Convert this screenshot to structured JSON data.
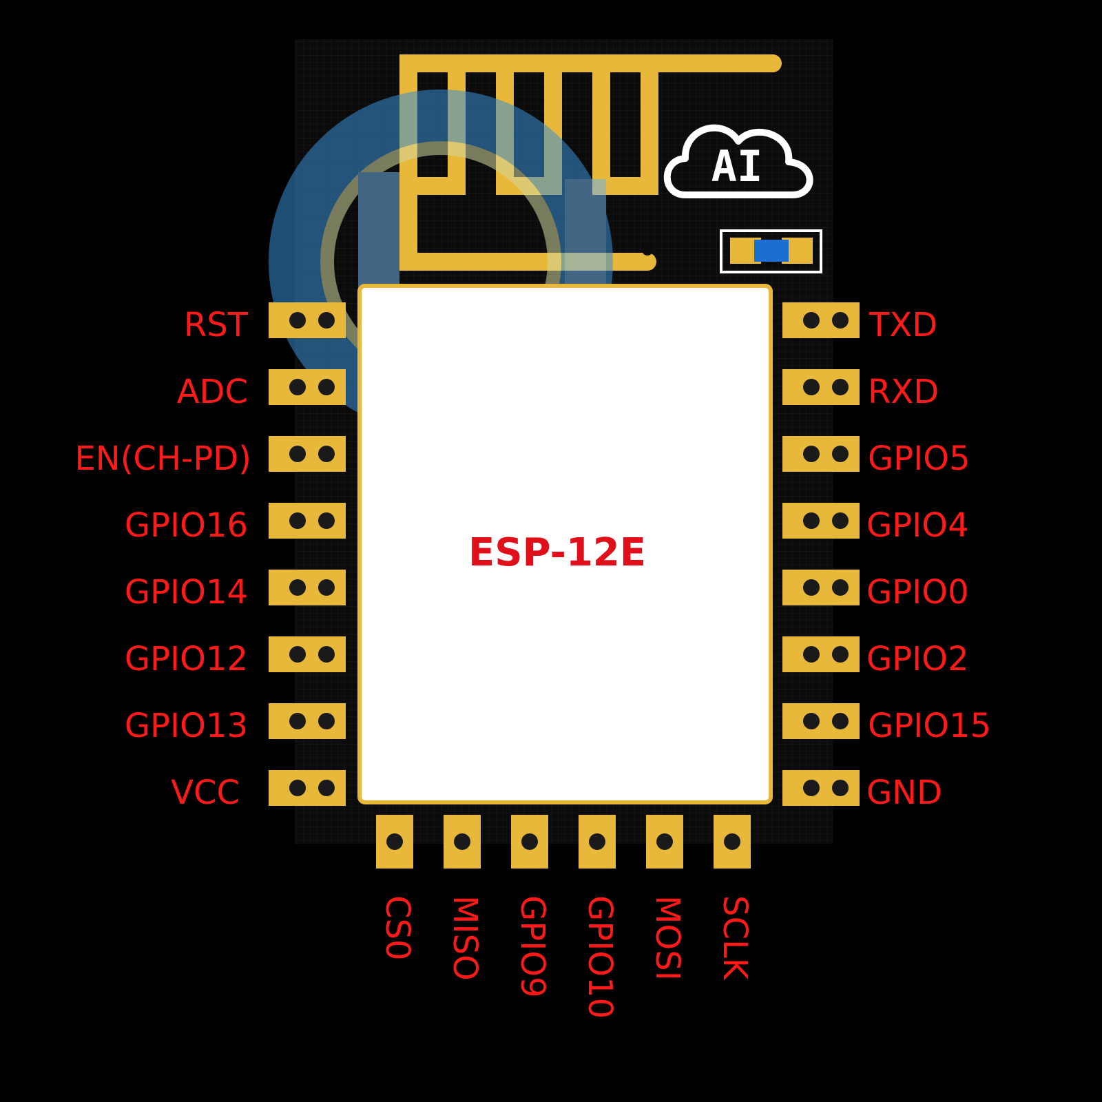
{
  "module": {
    "name": "ESP-12E",
    "logo_text": "AI"
  },
  "pins": {
    "left": [
      "RST",
      "ADC",
      "EN(CH-PD)",
      "GPIO16",
      "GPIO14",
      "GPIO12",
      "GPIO13",
      "VCC"
    ],
    "right": [
      "TXD",
      "RXD",
      "GPIO5",
      "GPIO4",
      "GPIO0",
      "GPIO2",
      "GPIO15",
      "GND"
    ],
    "bottom": [
      "CS0",
      "MISO",
      "GPIO9",
      "GPIO10",
      "MOSI",
      "SCLK"
    ]
  },
  "colors": {
    "background": "#000000",
    "pcb": "#0d0d0d",
    "pad_gold": "#e8b83a",
    "label_red": "#ff1a1a",
    "chip_shield": "#ffffff",
    "watermark_blue": "#3a8fd6",
    "led_blue": "#1a6fd0"
  }
}
